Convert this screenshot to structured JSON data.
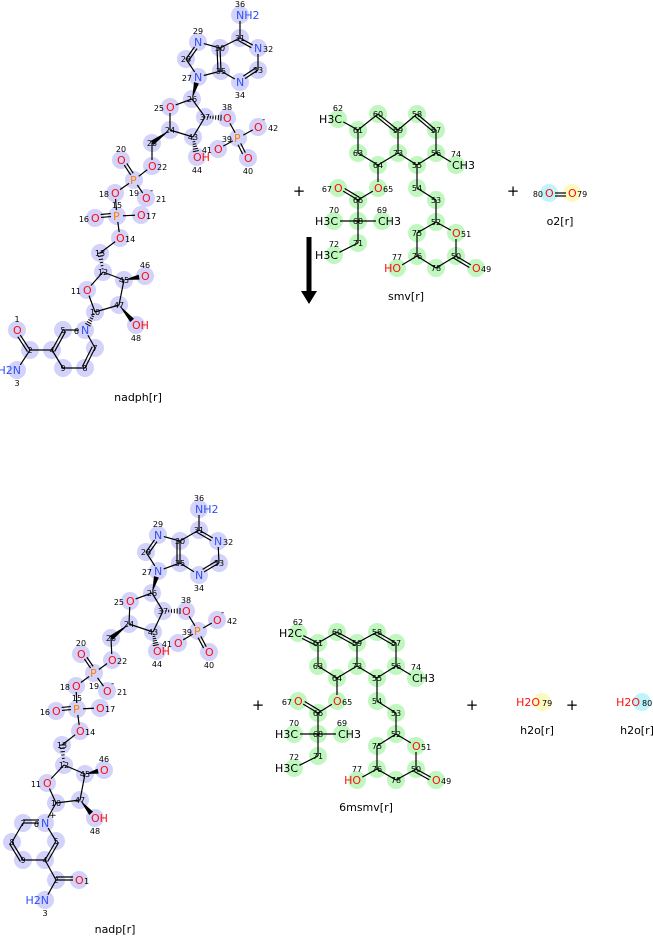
{
  "colors": {
    "N": "#3050f8",
    "O": "#ff0d0d",
    "P": "#ff8000",
    "C": "#000000",
    "bond": "#000000",
    "highlight_nadp": "#d2d2fa",
    "highlight_smv": "#bff7bf",
    "highlight_o80": "#bff5fa",
    "highlight_o79": "#fafac0"
  },
  "reaction": {
    "plus_signs": [
      "+",
      "+",
      "+",
      "+",
      "+"
    ],
    "arrow": "reaction-arrow-down"
  },
  "molecules": [
    {
      "key": "nadph",
      "name": "nadph[r]",
      "highlight": "#d2d2fa",
      "atoms": [
        [
          1,
          "O"
        ],
        [
          2,
          ""
        ],
        [
          3,
          "H2N"
        ],
        [
          4,
          ""
        ],
        [
          5,
          ""
        ],
        [
          6,
          "N"
        ],
        [
          7,
          ""
        ],
        [
          8,
          ""
        ],
        [
          9,
          ""
        ],
        [
          10,
          ""
        ],
        [
          11,
          "O"
        ],
        [
          12,
          ""
        ],
        [
          13,
          ""
        ],
        [
          14,
          "O"
        ],
        [
          15,
          "P"
        ],
        [
          16,
          "O"
        ],
        [
          17,
          "O"
        ],
        [
          18,
          "O"
        ],
        [
          19,
          "P"
        ],
        [
          20,
          "O"
        ],
        [
          21,
          "O",
          "-"
        ],
        [
          22,
          "O"
        ],
        [
          23,
          ""
        ],
        [
          24,
          ""
        ],
        [
          25,
          "O"
        ],
        [
          26,
          ""
        ],
        [
          27,
          "N"
        ],
        [
          28,
          ""
        ],
        [
          29,
          "N"
        ],
        [
          30,
          ""
        ],
        [
          31,
          ""
        ],
        [
          32,
          "N"
        ],
        [
          33,
          ""
        ],
        [
          34,
          "N"
        ],
        [
          35,
          ""
        ],
        [
          36,
          "NH2"
        ],
        [
          37,
          ""
        ],
        [
          38,
          "O"
        ],
        [
          39,
          "P"
        ],
        [
          40,
          "O"
        ],
        [
          41,
          "O"
        ],
        [
          42,
          "O",
          "-"
        ],
        [
          43,
          ""
        ],
        [
          44,
          "OH"
        ],
        [
          45,
          ""
        ],
        [
          46,
          "O"
        ],
        [
          47,
          ""
        ],
        [
          48,
          "OH"
        ]
      ],
      "bonds": [
        [
          1,
          2,
          "d"
        ],
        [
          2,
          3,
          "s"
        ],
        [
          2,
          4,
          "s"
        ],
        [
          4,
          5,
          "d"
        ],
        [
          5,
          6,
          "s"
        ],
        [
          6,
          7,
          "s"
        ],
        [
          7,
          8,
          "d"
        ],
        [
          8,
          9,
          "s"
        ],
        [
          9,
          4,
          "s"
        ],
        [
          10,
          6,
          "h"
        ],
        [
          10,
          11,
          "s"
        ],
        [
          11,
          12,
          "s"
        ],
        [
          12,
          13,
          "h"
        ],
        [
          13,
          14,
          "s"
        ],
        [
          14,
          15,
          "s"
        ],
        [
          15,
          16,
          "d"
        ],
        [
          15,
          17,
          "s"
        ],
        [
          15,
          18,
          "s"
        ],
        [
          18,
          19,
          "s"
        ],
        [
          19,
          20,
          "d"
        ],
        [
          19,
          21,
          "s"
        ],
        [
          19,
          22,
          "s"
        ],
        [
          22,
          23,
          "s"
        ],
        [
          24,
          23,
          "w"
        ],
        [
          24,
          25,
          "s"
        ],
        [
          25,
          26,
          "s"
        ],
        [
          26,
          27,
          "w"
        ],
        [
          24,
          43,
          "s"
        ],
        [
          43,
          37,
          "s"
        ],
        [
          37,
          26,
          "s"
        ],
        [
          43,
          44,
          "h"
        ],
        [
          37,
          38,
          "h"
        ],
        [
          38,
          39,
          "s"
        ],
        [
          39,
          42,
          "s"
        ],
        [
          39,
          40,
          "d"
        ],
        [
          39,
          41,
          "s"
        ],
        [
          12,
          45,
          "s"
        ],
        [
          45,
          46,
          "w"
        ],
        [
          45,
          47,
          "s"
        ],
        [
          47,
          10,
          "s"
        ],
        [
          47,
          48,
          "w"
        ],
        [
          27,
          28,
          "s"
        ],
        [
          28,
          29,
          "d"
        ],
        [
          29,
          30,
          "s"
        ],
        [
          30,
          35,
          "d"
        ],
        [
          35,
          27,
          "s"
        ],
        [
          30,
          31,
          "s"
        ],
        [
          31,
          32,
          "d"
        ],
        [
          32,
          33,
          "s"
        ],
        [
          33,
          34,
          "d"
        ],
        [
          34,
          35,
          "s"
        ],
        [
          31,
          36,
          "s"
        ]
      ]
    },
    {
      "key": "smv",
      "name": "smv[r]",
      "highlight": "#bff7bf",
      "atoms": [
        [
          49,
          "O"
        ],
        [
          50,
          ""
        ],
        [
          51,
          "O"
        ],
        [
          52,
          ""
        ],
        [
          53,
          ""
        ],
        [
          54,
          ""
        ],
        [
          55,
          ""
        ],
        [
          56,
          ""
        ],
        [
          57,
          ""
        ],
        [
          58,
          ""
        ],
        [
          59,
          ""
        ],
        [
          60,
          ""
        ],
        [
          61,
          ""
        ],
        [
          62,
          "H3C"
        ],
        [
          63,
          ""
        ],
        [
          64,
          ""
        ],
        [
          65,
          "O"
        ],
        [
          66,
          ""
        ],
        [
          67,
          "O"
        ],
        [
          68,
          ""
        ],
        [
          69,
          "CH3"
        ],
        [
          70,
          "H3C"
        ],
        [
          71,
          ""
        ],
        [
          72,
          "H3C"
        ],
        [
          73,
          ""
        ],
        [
          74,
          "CH3"
        ],
        [
          75,
          ""
        ],
        [
          76,
          ""
        ],
        [
          77,
          "HO"
        ],
        [
          78,
          ""
        ]
      ],
      "bonds": [
        [
          62,
          61,
          "s"
        ],
        [
          61,
          60,
          "s"
        ],
        [
          60,
          59,
          "d"
        ],
        [
          59,
          58,
          "s"
        ],
        [
          58,
          57,
          "d"
        ],
        [
          57,
          56,
          "s"
        ],
        [
          56,
          55,
          "s"
        ],
        [
          55,
          73,
          "s"
        ],
        [
          73,
          59,
          "s"
        ],
        [
          73,
          64,
          "s"
        ],
        [
          64,
          63,
          "s"
        ],
        [
          63,
          61,
          "s"
        ],
        [
          56,
          74,
          "s"
        ],
        [
          64,
          65,
          "s"
        ],
        [
          65,
          66,
          "s"
        ],
        [
          66,
          67,
          "d"
        ],
        [
          66,
          68,
          "s"
        ],
        [
          68,
          70,
          "s"
        ],
        [
          68,
          69,
          "s"
        ],
        [
          68,
          71,
          "s"
        ],
        [
          71,
          72,
          "s"
        ],
        [
          55,
          54,
          "s"
        ],
        [
          54,
          53,
          "s"
        ],
        [
          53,
          52,
          "s"
        ],
        [
          52,
          51,
          "s"
        ],
        [
          51,
          50,
          "s"
        ],
        [
          50,
          49,
          "d"
        ],
        [
          50,
          78,
          "s"
        ],
        [
          78,
          76,
          "s"
        ],
        [
          76,
          75,
          "s"
        ],
        [
          75,
          52,
          "s"
        ],
        [
          76,
          77,
          "s"
        ]
      ]
    },
    {
      "key": "o2",
      "name": "o2[r]",
      "highlight": "#bff5fa",
      "atoms": [
        [
          80,
          "O"
        ],
        [
          79,
          "O"
        ]
      ],
      "bonds": [
        [
          80,
          79,
          "d"
        ]
      ]
    },
    {
      "key": "nadp",
      "name": "nadp[r]",
      "highlight": "#d2d2fa",
      "atoms": [
        [
          1,
          "O"
        ],
        [
          2,
          ""
        ],
        [
          3,
          "H2N"
        ],
        [
          4,
          ""
        ],
        [
          5,
          ""
        ],
        [
          6,
          "N",
          "+"
        ],
        [
          7,
          ""
        ],
        [
          8,
          ""
        ],
        [
          9,
          ""
        ],
        [
          10,
          ""
        ],
        [
          11,
          "O"
        ],
        [
          12,
          ""
        ],
        [
          13,
          ""
        ],
        [
          14,
          "O"
        ],
        [
          15,
          "P"
        ],
        [
          16,
          "O"
        ],
        [
          17,
          "O"
        ],
        [
          18,
          "O"
        ],
        [
          19,
          "P"
        ],
        [
          20,
          "O"
        ],
        [
          21,
          "O",
          "-"
        ],
        [
          22,
          "O"
        ],
        [
          23,
          ""
        ],
        [
          24,
          ""
        ],
        [
          25,
          "O"
        ],
        [
          26,
          ""
        ],
        [
          27,
          "N"
        ],
        [
          28,
          ""
        ],
        [
          29,
          "N"
        ],
        [
          30,
          ""
        ],
        [
          31,
          ""
        ],
        [
          32,
          "N"
        ],
        [
          33,
          ""
        ],
        [
          34,
          "N"
        ],
        [
          35,
          ""
        ],
        [
          36,
          "NH2"
        ],
        [
          37,
          ""
        ],
        [
          38,
          "O"
        ],
        [
          39,
          "P"
        ],
        [
          40,
          "O"
        ],
        [
          41,
          "O"
        ],
        [
          42,
          "O",
          "-"
        ],
        [
          43,
          ""
        ],
        [
          44,
          "OH"
        ],
        [
          45,
          ""
        ],
        [
          46,
          "O"
        ],
        [
          47,
          ""
        ],
        [
          48,
          "OH"
        ]
      ],
      "bonds": [
        [
          1,
          2,
          "d"
        ],
        [
          2,
          3,
          "s"
        ],
        [
          2,
          4,
          "s"
        ],
        [
          4,
          5,
          "d"
        ],
        [
          5,
          6,
          "s"
        ],
        [
          6,
          7,
          "d"
        ],
        [
          7,
          8,
          "s"
        ],
        [
          8,
          9,
          "d"
        ],
        [
          9,
          4,
          "s"
        ],
        [
          10,
          6,
          "s"
        ],
        [
          10,
          11,
          "s"
        ],
        [
          11,
          12,
          "s"
        ],
        [
          12,
          13,
          "h"
        ],
        [
          13,
          14,
          "s"
        ],
        [
          14,
          15,
          "s"
        ],
        [
          15,
          16,
          "d"
        ],
        [
          15,
          17,
          "s"
        ],
        [
          15,
          18,
          "s"
        ],
        [
          18,
          19,
          "s"
        ],
        [
          19,
          20,
          "d"
        ],
        [
          19,
          21,
          "s"
        ],
        [
          19,
          22,
          "s"
        ],
        [
          22,
          23,
          "s"
        ],
        [
          24,
          23,
          "w"
        ],
        [
          24,
          25,
          "s"
        ],
        [
          25,
          26,
          "s"
        ],
        [
          26,
          27,
          "w"
        ],
        [
          24,
          43,
          "s"
        ],
        [
          43,
          37,
          "s"
        ],
        [
          37,
          26,
          "s"
        ],
        [
          43,
          44,
          "h"
        ],
        [
          37,
          38,
          "h"
        ],
        [
          38,
          39,
          "s"
        ],
        [
          39,
          42,
          "s"
        ],
        [
          39,
          40,
          "d"
        ],
        [
          39,
          41,
          "s"
        ],
        [
          12,
          45,
          "s"
        ],
        [
          45,
          46,
          "w"
        ],
        [
          45,
          47,
          "s"
        ],
        [
          47,
          10,
          "s"
        ],
        [
          47,
          48,
          "w"
        ],
        [
          27,
          28,
          "s"
        ],
        [
          28,
          29,
          "d"
        ],
        [
          29,
          30,
          "s"
        ],
        [
          30,
          35,
          "d"
        ],
        [
          35,
          27,
          "s"
        ],
        [
          30,
          31,
          "s"
        ],
        [
          31,
          32,
          "d"
        ],
        [
          32,
          33,
          "s"
        ],
        [
          33,
          34,
          "d"
        ],
        [
          34,
          35,
          "s"
        ],
        [
          31,
          36,
          "s"
        ]
      ]
    },
    {
      "key": "msmv",
      "name": "6msmv[r]",
      "highlight": "#bff7bf",
      "atoms": [
        [
          49,
          "O"
        ],
        [
          50,
          ""
        ],
        [
          51,
          "O"
        ],
        [
          52,
          ""
        ],
        [
          53,
          ""
        ],
        [
          54,
          ""
        ],
        [
          55,
          ""
        ],
        [
          56,
          ""
        ],
        [
          57,
          ""
        ],
        [
          58,
          ""
        ],
        [
          59,
          ""
        ],
        [
          60,
          ""
        ],
        [
          61,
          ""
        ],
        [
          62,
          "H2C"
        ],
        [
          63,
          ""
        ],
        [
          64,
          ""
        ],
        [
          65,
          "O"
        ],
        [
          66,
          ""
        ],
        [
          67,
          "O"
        ],
        [
          68,
          ""
        ],
        [
          69,
          "CH3"
        ],
        [
          70,
          "H3C"
        ],
        [
          71,
          ""
        ],
        [
          72,
          "H3C"
        ],
        [
          73,
          ""
        ],
        [
          74,
          "CH3"
        ],
        [
          75,
          ""
        ],
        [
          76,
          ""
        ],
        [
          77,
          "HO"
        ],
        [
          78,
          ""
        ]
      ],
      "bonds": [
        [
          62,
          61,
          "d"
        ],
        [
          61,
          60,
          "s"
        ],
        [
          60,
          59,
          "d"
        ],
        [
          59,
          58,
          "s"
        ],
        [
          58,
          57,
          "d"
        ],
        [
          57,
          56,
          "s"
        ],
        [
          56,
          55,
          "s"
        ],
        [
          55,
          73,
          "s"
        ],
        [
          73,
          59,
          "s"
        ],
        [
          73,
          64,
          "s"
        ],
        [
          64,
          63,
          "s"
        ],
        [
          63,
          61,
          "s"
        ],
        [
          56,
          74,
          "s"
        ],
        [
          64,
          65,
          "s"
        ],
        [
          65,
          66,
          "s"
        ],
        [
          66,
          67,
          "d"
        ],
        [
          66,
          68,
          "s"
        ],
        [
          68,
          70,
          "s"
        ],
        [
          68,
          69,
          "s"
        ],
        [
          68,
          71,
          "s"
        ],
        [
          71,
          72,
          "s"
        ],
        [
          55,
          54,
          "s"
        ],
        [
          54,
          53,
          "s"
        ],
        [
          53,
          52,
          "s"
        ],
        [
          52,
          51,
          "s"
        ],
        [
          51,
          50,
          "s"
        ],
        [
          50,
          49,
          "d"
        ],
        [
          50,
          78,
          "s"
        ],
        [
          78,
          76,
          "s"
        ],
        [
          76,
          75,
          "s"
        ],
        [
          75,
          52,
          "s"
        ],
        [
          76,
          77,
          "s"
        ]
      ]
    },
    {
      "key": "h2o_a",
      "name": "h2o[r]",
      "highlight": "#fafac0",
      "atoms": [
        [
          79,
          "H2O"
        ]
      ],
      "bonds": []
    },
    {
      "key": "h2o_b",
      "name": "h2o[r]",
      "highlight": "#bff5fa",
      "atoms": [
        [
          80,
          "H2O"
        ]
      ],
      "bonds": []
    }
  ]
}
